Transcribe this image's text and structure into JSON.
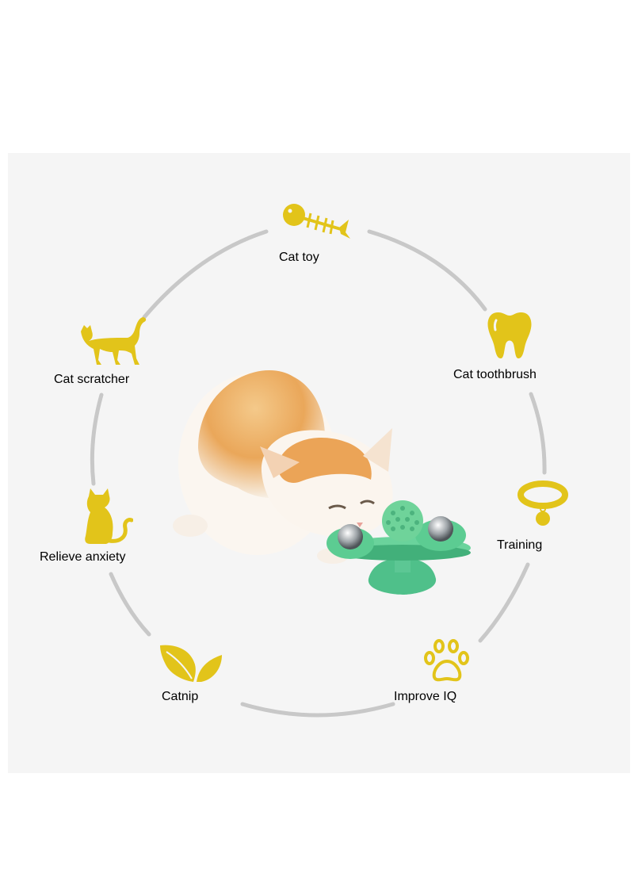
{
  "accent_color": "#e2c41a",
  "ring_color": "#c8c8c8",
  "label_color": "#4a4a4a",
  "features": [
    {
      "id": "cat-toy",
      "label": "Cat toy",
      "icon": "fish-bone-icon"
    },
    {
      "id": "cat-toothbrush",
      "label": "Cat toothbrush",
      "icon": "tooth-icon"
    },
    {
      "id": "training",
      "label": "Training",
      "icon": "collar-icon"
    },
    {
      "id": "improve-iq",
      "label": "Improve IQ",
      "icon": "paw-print-icon"
    },
    {
      "id": "catnip",
      "label": "Catnip",
      "icon": "leaf-icon"
    },
    {
      "id": "relieve-anxiety",
      "label": "Relieve anxiety",
      "icon": "sitting-cat-icon"
    },
    {
      "id": "cat-scratcher",
      "label": "Cat scratcher",
      "icon": "walking-cat-icon"
    }
  ],
  "center_image": {
    "subject": "kitten-with-green-windmill-toy"
  }
}
